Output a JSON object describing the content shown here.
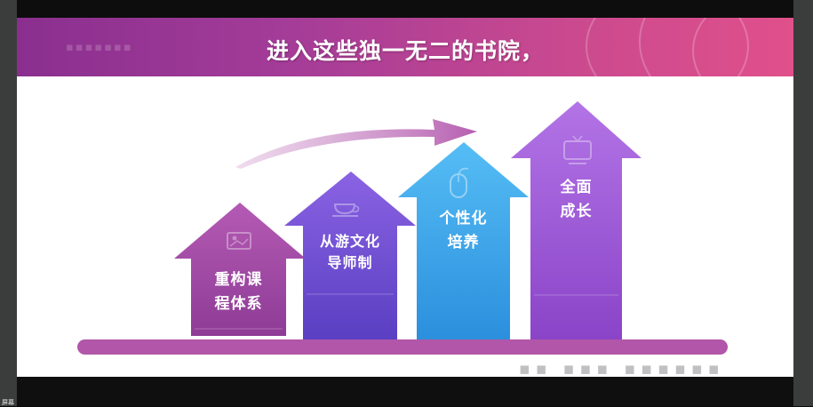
{
  "slide": {
    "title": "进入这些独一无二的书院，",
    "arrows": [
      {
        "label": "重构课程体系",
        "lines": [
          "重构课",
          "程体系"
        ],
        "icon": "photo-icon",
        "color": "#a24aa3"
      },
      {
        "label": "从游文化导师制",
        "lines": [
          "从游文化",
          "导师制"
        ],
        "icon": "teacup-icon",
        "color": "#6c4fd0"
      },
      {
        "label": "个性化培养",
        "lines": [
          "个性化",
          "培养"
        ],
        "icon": "mouse-icon",
        "color": "#3aa3ea"
      },
      {
        "label": "全面成长",
        "lines": [
          "全面",
          "成长"
        ],
        "icon": "tv-icon",
        "color": "#9d57d6"
      }
    ]
  },
  "colors": {
    "banner_start": "#8a2f8f",
    "banner_end": "#e0508b",
    "base_bar": "#b156a8",
    "growth_arrow": "#b65fb0"
  },
  "video": {
    "corner_label": "屏幕"
  }
}
